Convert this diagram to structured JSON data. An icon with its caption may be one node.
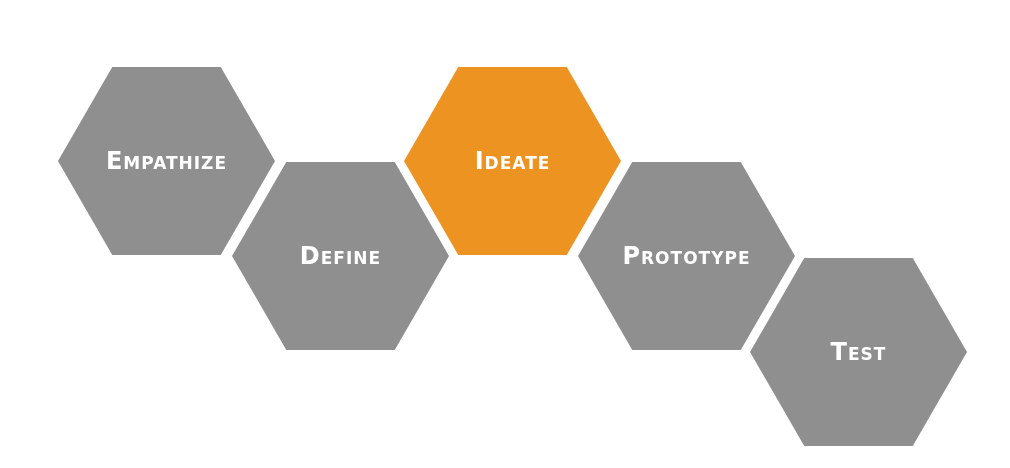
{
  "diagram": {
    "nodes": [
      {
        "text": [
          "Empathize"
        ]
      },
      {
        "text": [
          "Define"
        ]
      },
      {
        "text": [
          "Ideate"
        ]
      },
      {
        "text": [
          "Prototype"
        ]
      },
      {
        "text": [
          "Test"
        ]
      }
    ]
  }
}
